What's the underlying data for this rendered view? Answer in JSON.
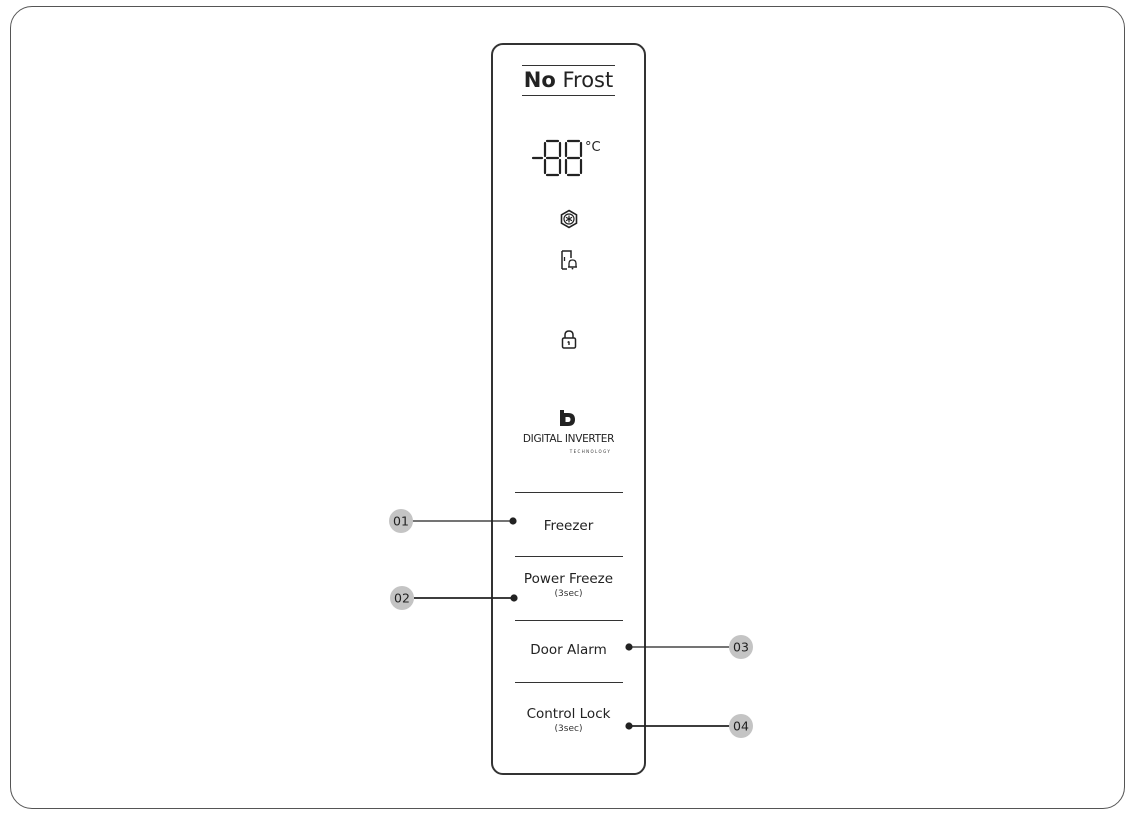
{
  "panel": {
    "title_bold": "No",
    "title_rest": "Frost",
    "display_unit": "°C",
    "brand_main": "DIGITAL INVERTER",
    "brand_sub": "TECHNOLOGY",
    "icons": [
      "super-freeze-icon",
      "door-alarm-icon",
      "lock-icon",
      "digital-inverter-logo"
    ]
  },
  "buttons": [
    {
      "label": "Freezer",
      "sub": ""
    },
    {
      "label": "Power Freeze",
      "sub": "(3sec)"
    },
    {
      "label": "Door Alarm",
      "sub": ""
    },
    {
      "label": "Control Lock",
      "sub": "(3sec)"
    }
  ],
  "callouts": [
    {
      "number": "01"
    },
    {
      "number": "02"
    },
    {
      "number": "03"
    },
    {
      "number": "04"
    }
  ],
  "colors": {
    "badge_fill": "#c4c4c4",
    "line": "#222222"
  }
}
